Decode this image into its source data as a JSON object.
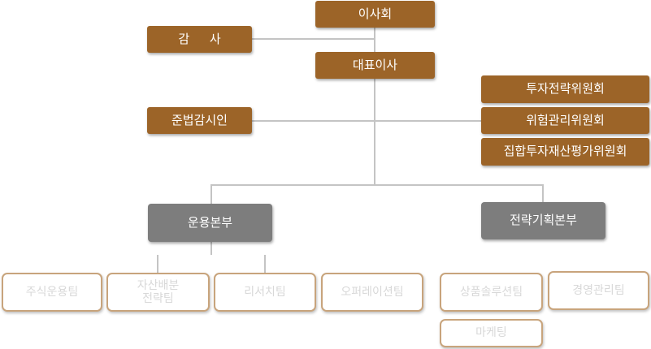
{
  "org": {
    "board": "이사회",
    "audit": "감 사",
    "ceo": "대표이사",
    "compliance": "준법감시인",
    "committees": [
      "투자전략위원회",
      "위험관리위원회",
      "집합투자재산평가위원회"
    ],
    "divisions": {
      "operations": {
        "label": "운용본부",
        "teams": [
          "주식운용팀",
          "자산배분\n전략팀",
          "리서치팀",
          "오퍼레이션팀"
        ]
      },
      "strategy": {
        "label": "전략기획본부",
        "teams": [
          "상품솔루션팀",
          "경영관리팀",
          "마케팅"
        ]
      }
    }
  },
  "colors": {
    "executive_fill": "#9c6428",
    "division_fill": "#7d7d7d",
    "team_border": "#c8a47c",
    "connector": "#c4c4c4"
  }
}
